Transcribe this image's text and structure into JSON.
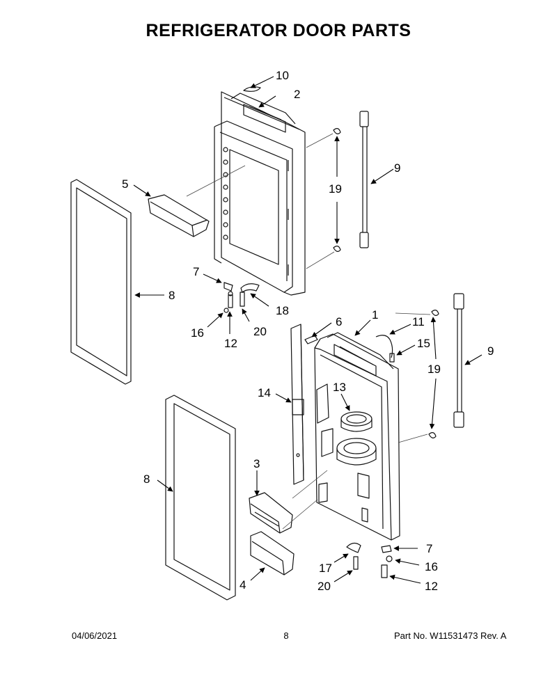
{
  "page_title": "REFRIGERATOR DOOR PARTS",
  "callouts": {
    "c10": "10",
    "c2": "2",
    "c9a": "9",
    "c19a": "19",
    "c5": "5",
    "c7a": "7",
    "c8a": "8",
    "c18": "18",
    "c16a": "16",
    "c12a": "12",
    "c20a": "20",
    "c6": "6",
    "c1": "1",
    "c11": "11",
    "c15": "15",
    "c9b": "9",
    "c19b": "19",
    "c14": "14",
    "c13": "13",
    "c3": "3",
    "c8b": "8",
    "c4": "4",
    "c7b": "7",
    "c16b": "16",
    "c17": "17",
    "c20b": "20",
    "c12b": "12"
  },
  "footer": {
    "date": "04/06/2021",
    "page_number": "8",
    "part_number": "Part No.  W11531473  Rev.  A"
  }
}
